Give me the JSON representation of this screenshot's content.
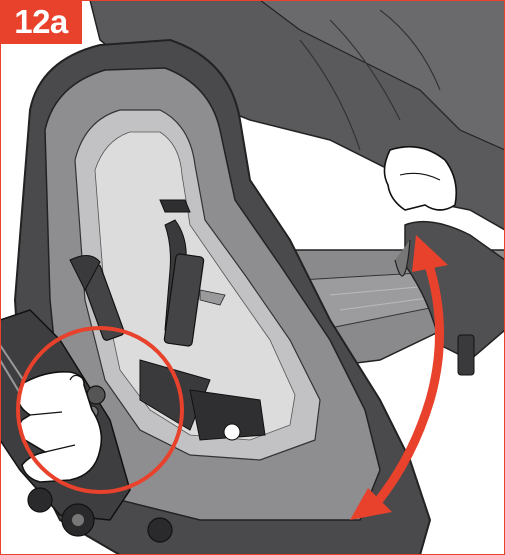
{
  "step": {
    "label": "12a"
  },
  "colors": {
    "accent": "#e8412c",
    "dark_fabric": "#4a4a4c",
    "mid_fabric": "#7a7a7c",
    "light_fabric": "#b9b9bb",
    "seat_inner": "#dcdcdd",
    "skin": "#ffffff"
  },
  "icons": {
    "rotate_arrow": "double-headed-curved-arrow",
    "highlight": "circle-highlight"
  }
}
